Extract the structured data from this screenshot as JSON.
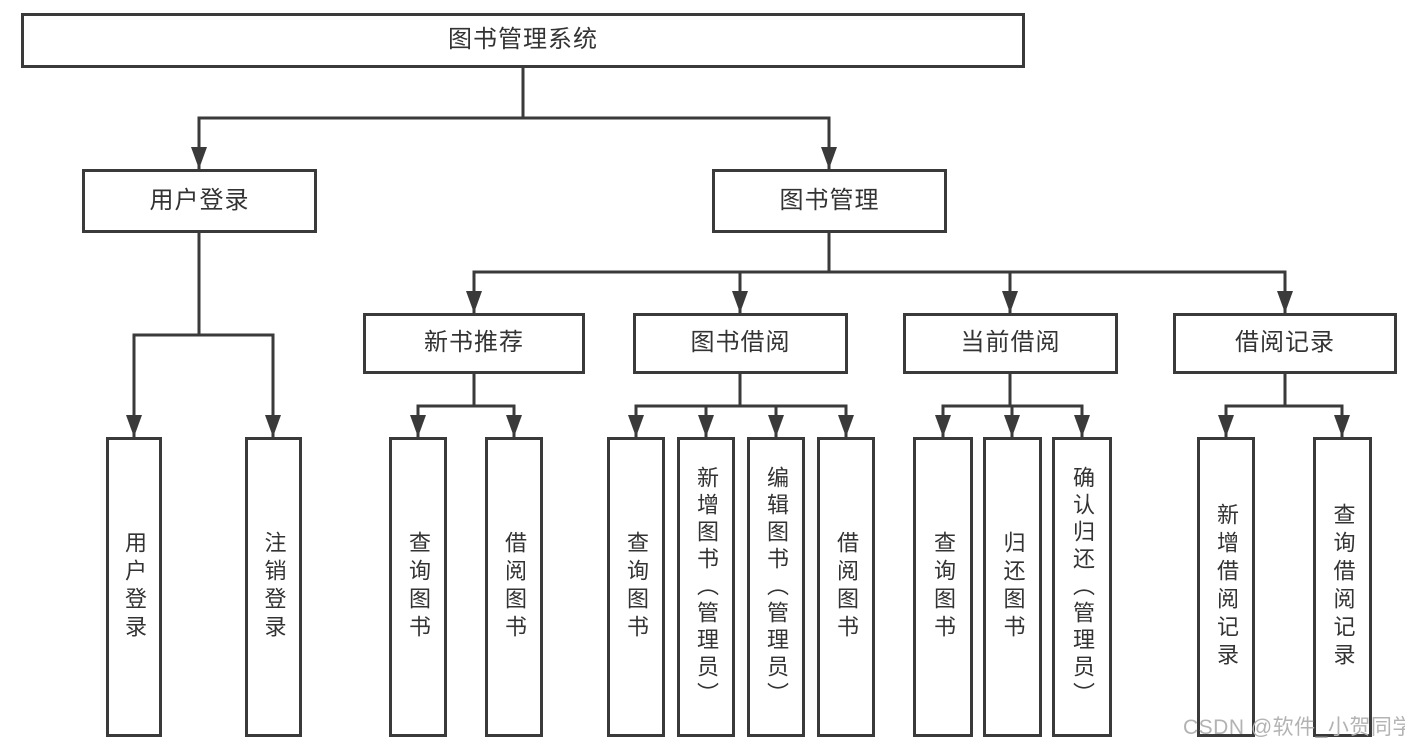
{
  "tree": {
    "root": {
      "label": "图书管理系统"
    },
    "branches": [
      {
        "label": "用户登录",
        "children": [
          {
            "label": "用户登录"
          },
          {
            "label": "注销登录"
          }
        ]
      },
      {
        "label": "图书管理",
        "children": [
          {
            "label": "新书推荐",
            "children": [
              {
                "label": "查询图书"
              },
              {
                "label": "借阅图书"
              }
            ]
          },
          {
            "label": "图书借阅",
            "children": [
              {
                "label": "查询图书"
              },
              {
                "label": "新增图书（管理员）"
              },
              {
                "label": "编辑图书（管理员）"
              },
              {
                "label": "借阅图书"
              }
            ]
          },
          {
            "label": "当前借阅",
            "children": [
              {
                "label": "查询图书"
              },
              {
                "label": "归还图书"
              },
              {
                "label": "确认归还（管理员）"
              }
            ]
          },
          {
            "label": "借阅记录",
            "children": [
              {
                "label": "新增借阅记录"
              },
              {
                "label": "查询借阅记录"
              }
            ]
          }
        ]
      }
    ]
  },
  "watermark": {
    "text": "CSDN @软件_小贺同学"
  },
  "colors": {
    "line": "#3a3a3a",
    "text": "#333333",
    "box_bg": "#ffffff",
    "watermark": "#b3b3b3"
  }
}
